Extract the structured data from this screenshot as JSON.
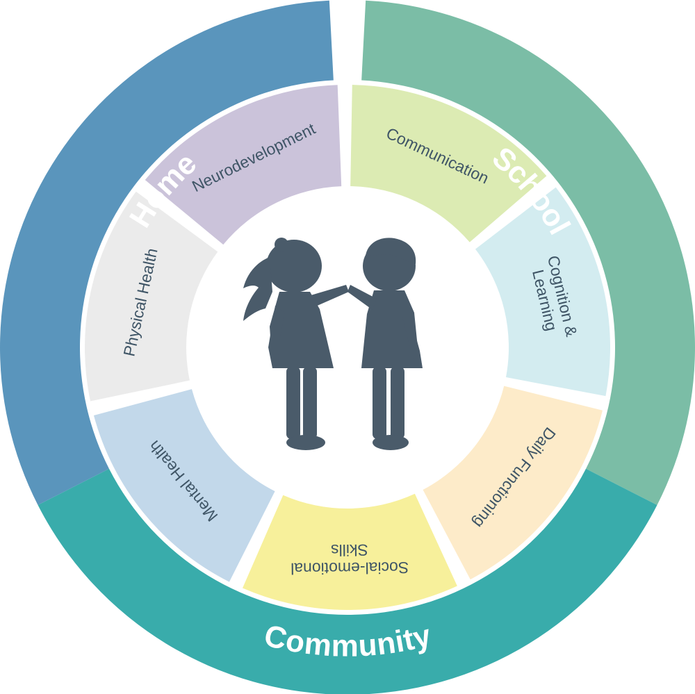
{
  "outer_ring": [
    {
      "label": "Home",
      "color": "#7bbda6"
    },
    {
      "label": "School",
      "color": "#39acab"
    },
    {
      "label": "Community",
      "color": "#5a95bc"
    }
  ],
  "inner_ring": [
    {
      "label": "Neurodevelopment",
      "lines": [
        "Neurodevelopment"
      ],
      "color": "#cbc3da"
    },
    {
      "label": "Communication",
      "lines": [
        "Communication"
      ],
      "color": "#dcebb3"
    },
    {
      "label": "Cognition & Learning",
      "lines": [
        "Cognition &",
        "Learning"
      ],
      "color": "#d3ecf0"
    },
    {
      "label": "Daily Functioning",
      "lines": [
        "Daily Functioning"
      ],
      "color": "#fdebc9"
    },
    {
      "label": "Social-emotional Skills",
      "lines": [
        "Social-emotional",
        "Skills"
      ],
      "color": "#f7f09b"
    },
    {
      "label": "Mental Health",
      "lines": [
        "Mental Health"
      ],
      "color": "#c2d8ea"
    },
    {
      "label": "Physical Health",
      "lines": [
        "Physical Health"
      ],
      "color": "#ebebeb"
    }
  ],
  "center_icon": "children-holding-hands-icon",
  "center_color": "#4a5b6a"
}
